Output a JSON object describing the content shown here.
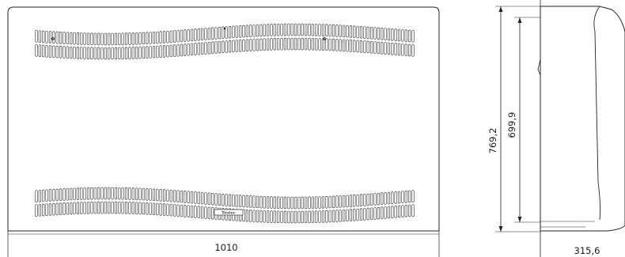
{
  "front_view": {
    "width_dimension": "1010",
    "logo_text": "Trotec"
  },
  "side_view": {
    "height_outer_dimension": "769,2",
    "height_inner_dimension": "699,9",
    "depth_dimension": "315,6"
  }
}
